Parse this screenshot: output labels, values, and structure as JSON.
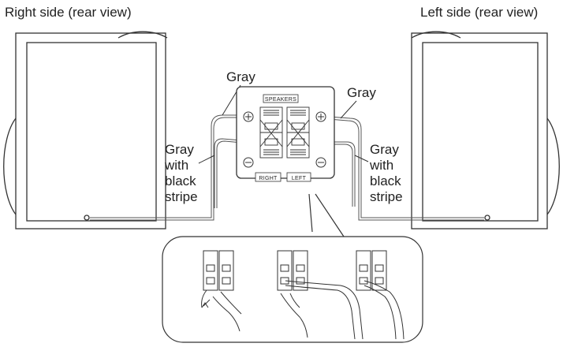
{
  "header": {
    "right_title": "Right side (rear view)",
    "left_title": "Left side (rear view)"
  },
  "labels": {
    "gray_top_left": "Gray",
    "gray_top_right": "Gray",
    "gray_stripe_left": [
      "Gray",
      "with",
      "black",
      "stripe"
    ],
    "gray_stripe_right": [
      "Gray",
      "with",
      "black",
      "stripe"
    ]
  },
  "panel": {
    "title": "SPEAKERS",
    "right_label": "RIGHT",
    "left_label": "LEFT",
    "plus_symbol": "⊕",
    "minus_symbol": "⊖"
  }
}
